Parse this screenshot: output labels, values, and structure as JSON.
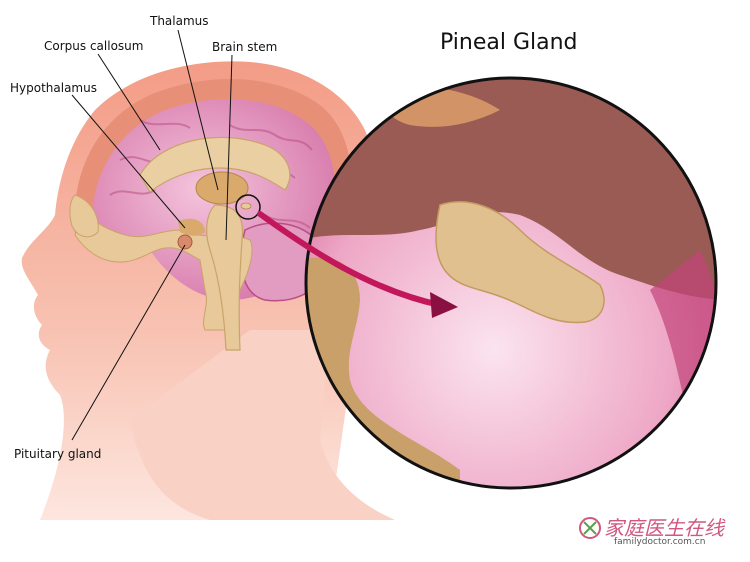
{
  "title": "Pineal Gland",
  "labels": {
    "thalamus": "Thalamus",
    "corpus_callosum": "Corpus callosum",
    "brain_stem": "Brain stem",
    "hypothalamus": "Hypothalamus",
    "pituitary_gland": "Pituitary gland"
  },
  "watermark": {
    "text": "家庭医生在线",
    "url": "familydoctor.com.cn"
  },
  "colors": {
    "skin": "#f6b8a8",
    "brain": "#e9a3c6",
    "bone": "#e7c99a",
    "magnified_upper": "#9b5b55",
    "arrow": "#c2185b"
  }
}
